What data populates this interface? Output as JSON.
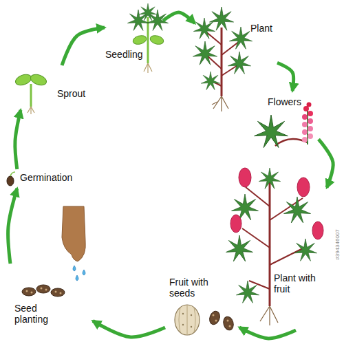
{
  "diagram": {
    "nodes": [
      {
        "text": [
          "Seedling"
        ]
      },
      {
        "text": [
          "Plant"
        ]
      },
      {
        "text": [
          "Flowers"
        ]
      },
      {
        "text": [
          "Plant with fruit"
        ]
      },
      {
        "text": [
          "Fruit with seeds"
        ]
      },
      {
        "text": [
          "Seed planting"
        ]
      },
      {
        "text": [
          "Germination"
        ]
      },
      {
        "text": [
          "Sprout"
        ]
      }
    ],
    "edges": [
      {
        "from": 0,
        "to": 1,
        "arrow": "to"
      },
      {
        "from": 1,
        "to": 2,
        "arrow": "to"
      },
      {
        "from": 2,
        "to": 3,
        "arrow": "to"
      },
      {
        "from": 3,
        "to": 4,
        "arrow": "to"
      },
      {
        "from": 4,
        "to": 5,
        "arrow": "to"
      },
      {
        "from": 5,
        "to": 6,
        "arrow": "to"
      },
      {
        "from": 6,
        "to": 7,
        "arrow": "to"
      },
      {
        "from": 7,
        "to": 0,
        "arrow": "to"
      }
    ],
    "labels": [
      "#394346007"
    ]
  }
}
